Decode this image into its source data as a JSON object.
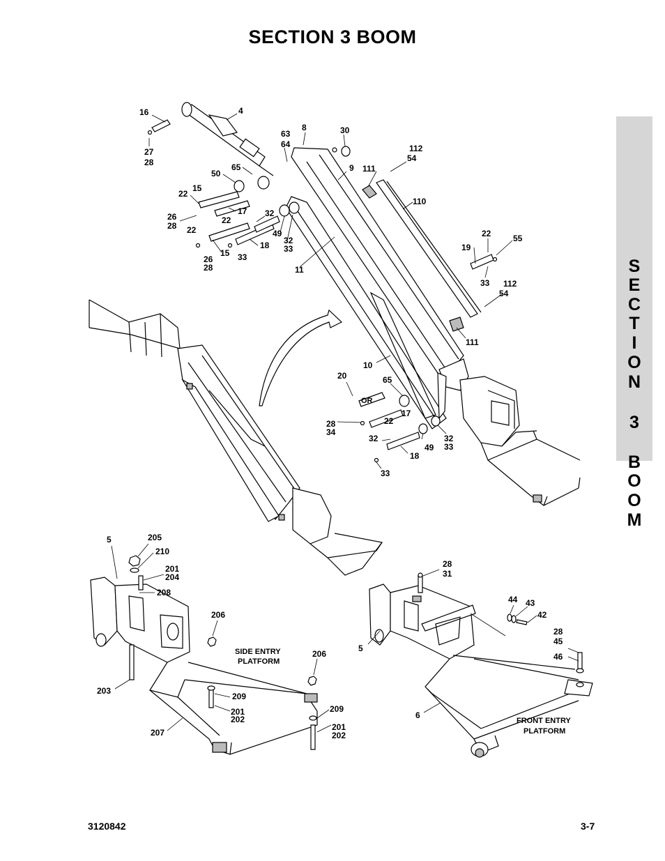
{
  "page": {
    "title": "SECTION 3   BOOM",
    "tab_letters": [
      "S",
      "E",
      "C",
      "T",
      "I",
      "O",
      "N",
      "3",
      "B",
      "O",
      "O",
      "M"
    ],
    "doc_number": "3120842",
    "page_number": "3-7"
  },
  "callouts": {
    "c16": "16",
    "c4": "4",
    "c27": "27",
    "c28a": "28",
    "c63": "63",
    "c64": "64",
    "c8": "8",
    "c30": "30",
    "c65a": "65",
    "c50": "50",
    "c9": "9",
    "c111a": "111",
    "c112a": "112",
    "c54a": "54",
    "c22a": "22",
    "c15a": "15",
    "c17a": "17",
    "c22b": "22",
    "c26a": "26",
    "c28b": "28",
    "c32a": "32",
    "c49a": "49",
    "c32b": "32",
    "c33a": "33",
    "c22c": "22",
    "c18a": "18",
    "c26b": "26",
    "c28c": "28",
    "c15b": "15",
    "c33b": "33",
    "c11": "11",
    "c110": "110",
    "c22d": "22",
    "c55": "55",
    "c19": "19",
    "c33c": "33",
    "c112b": "112",
    "c54b": "54",
    "c111b": "111",
    "c10": "10",
    "c20": "20",
    "c65b": "65",
    "c_or": "OR",
    "c17b": "17",
    "c28d": "28",
    "c34": "34",
    "c22e": "22",
    "c32c": "32",
    "c49b": "49",
    "c32d": "32",
    "c33d": "33",
    "c18b": "18",
    "c33e": "33",
    "c5a": "5",
    "c205": "205",
    "c210": "210",
    "c201a": "201",
    "c204": "204",
    "c208": "208",
    "c206a": "206",
    "c203": "203",
    "c209a": "209",
    "c201b": "201",
    "c202a": "202",
    "c206b": "206",
    "c209b": "209",
    "c201c": "201",
    "c202b": "202",
    "c207": "207",
    "c28e": "28",
    "c31": "31",
    "c44": "44",
    "c43": "43",
    "c42": "42",
    "c28f": "28",
    "c45": "45",
    "c46": "46",
    "c5b": "5",
    "c6": "6"
  },
  "labels": {
    "side_entry_1": "SIDE ENTRY",
    "side_entry_2": "PLATFORM",
    "front_entry_1": "FRONT ENTRY",
    "front_entry_2": "PLATFORM"
  }
}
